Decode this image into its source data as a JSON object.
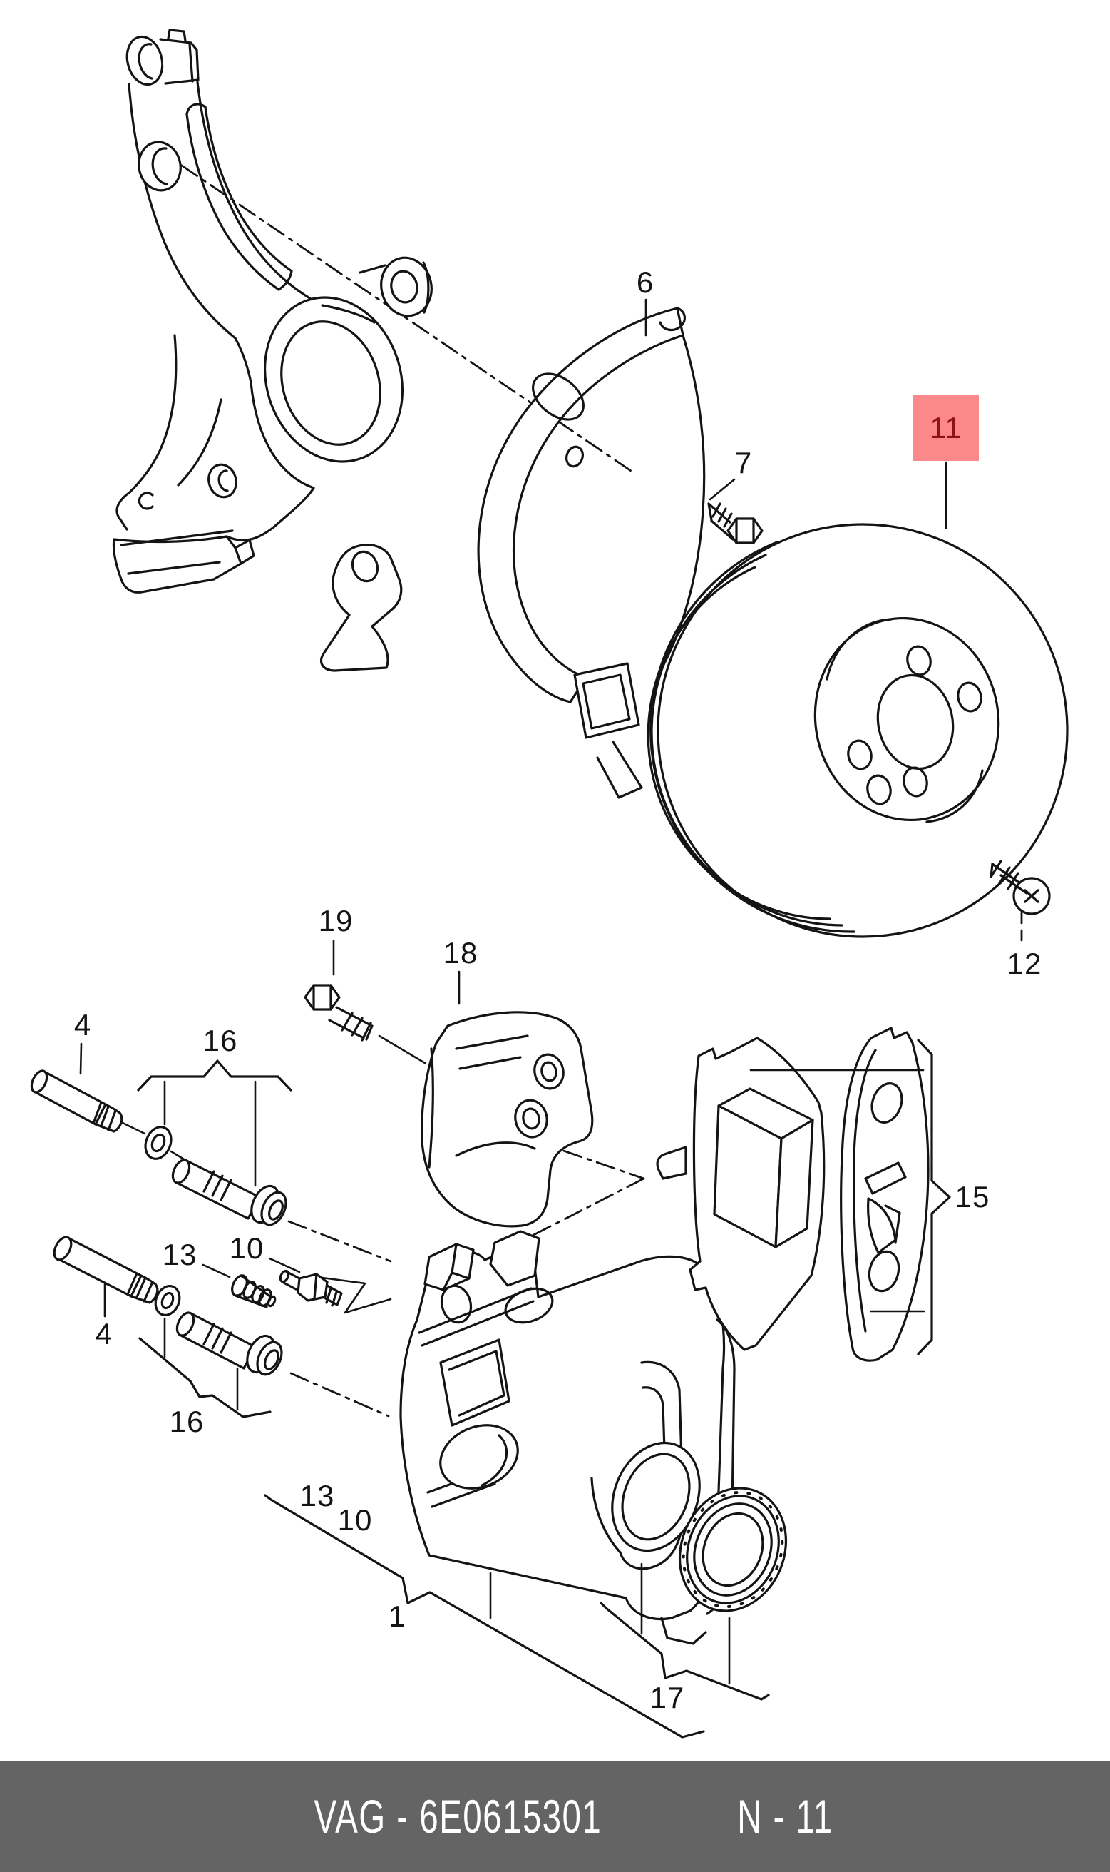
{
  "diagram": {
    "background": "#ffffff",
    "line_color": "#141414",
    "highlight": {
      "background": "#fc8989",
      "text_color": "#8e1313"
    },
    "callouts": [
      {
        "label": "6",
        "part": "brake-disc-splash-shield"
      },
      {
        "label": "7",
        "part": "splash-shield-bolt"
      },
      {
        "label": "11",
        "part": "brake-disc",
        "highlighted": true
      },
      {
        "label": "12",
        "part": "disc-retaining-screw"
      },
      {
        "label": "19",
        "part": "heat-shield-bolt"
      },
      {
        "label": "18",
        "part": "heat-shield"
      },
      {
        "label": "4",
        "part": "caliper-guide-pin-upper"
      },
      {
        "label": "16",
        "part": "guide-bushing-repair-kit-upper"
      },
      {
        "label": "13",
        "part": "dust-cap-upper"
      },
      {
        "label": "10",
        "part": "bleeder-valve-upper"
      },
      {
        "label": "4",
        "part": "caliper-guide-pin-lower"
      },
      {
        "label": "16",
        "part": "guide-bushing-repair-kit-lower"
      },
      {
        "label": "13",
        "part": "dust-cap-on-caliper"
      },
      {
        "label": "10",
        "part": "bleeder-valve-on-caliper"
      },
      {
        "label": "1",
        "part": "brake-caliper-housing"
      },
      {
        "label": "15",
        "part": "brake-pad-set"
      },
      {
        "label": "17",
        "part": "caliper-seal-repair-kit"
      }
    ]
  },
  "footer": {
    "bar_color": "#646464",
    "text_color": "#ffffff",
    "catalog_code": "VAG - 6E0615301",
    "page_code": "N - 11"
  }
}
